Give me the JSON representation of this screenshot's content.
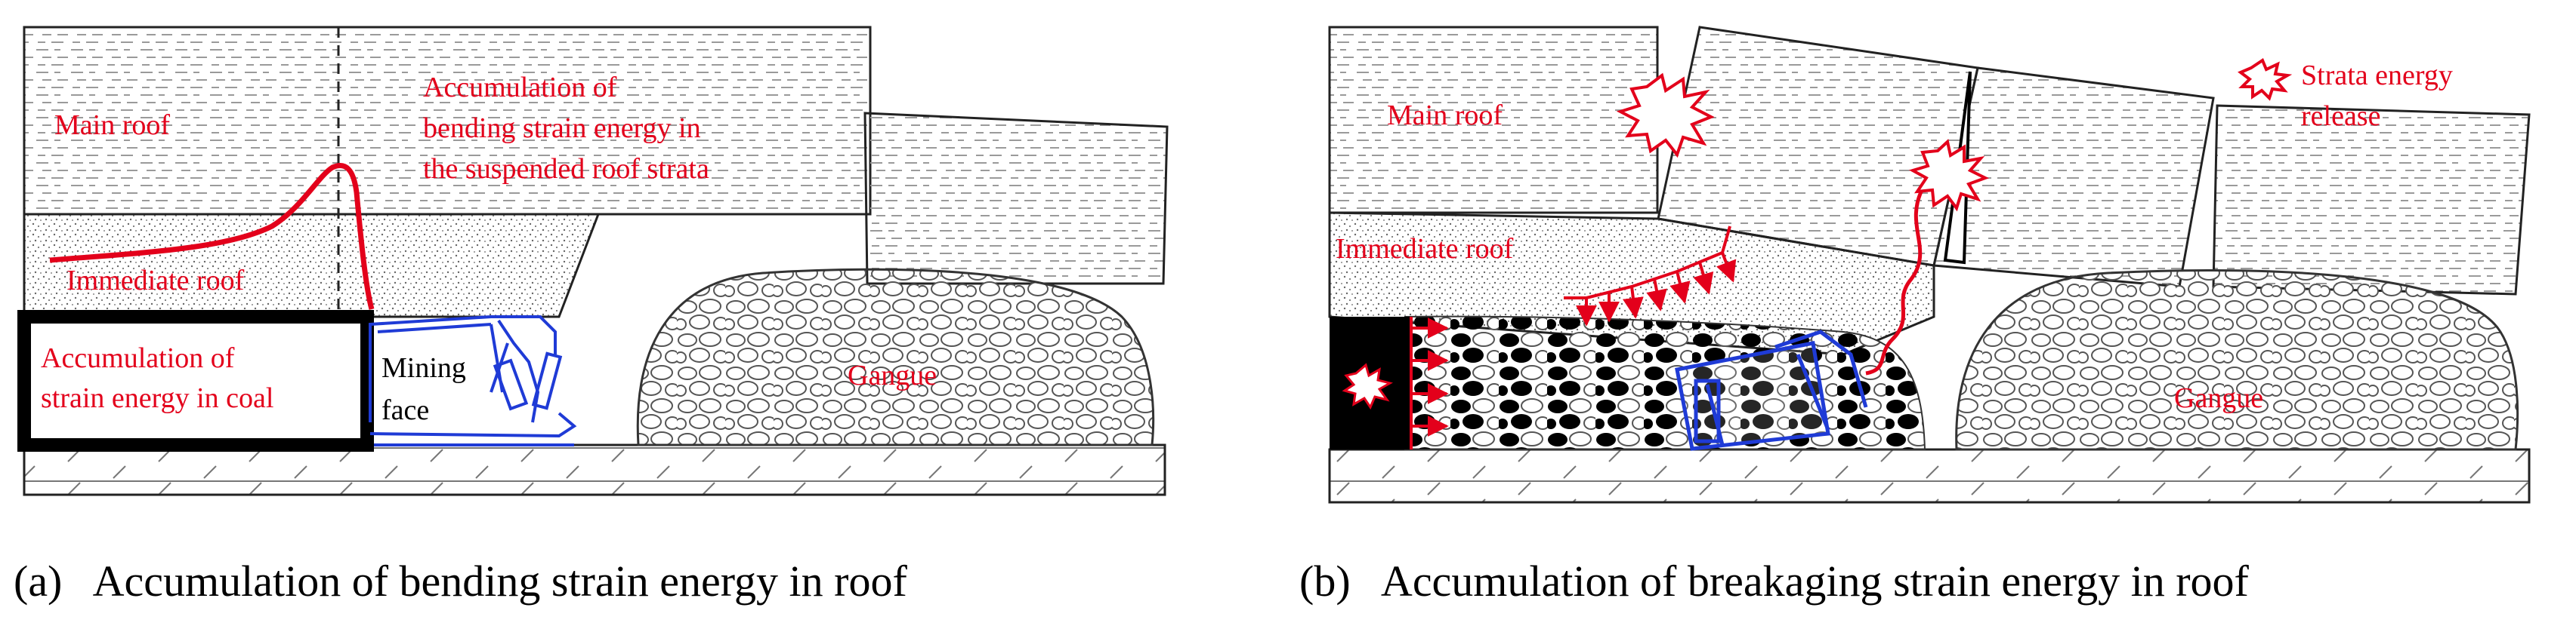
{
  "panels": [
    {
      "id": "a",
      "caption": "(a)   Accumulation of bending strain energy in roof",
      "labels": {
        "main_roof": "Main roof",
        "suspended_note": [
          "Accumulation of",
          "bending strain energy in",
          "the suspended roof strata"
        ],
        "immediate_roof": "Immediate roof",
        "coal_note": [
          "Accumulation of",
          "strain energy in coal"
        ],
        "mining_face": [
          "Mining",
          "face"
        ],
        "gangue": "Gangue"
      }
    },
    {
      "id": "b",
      "caption": "(b)   Accumulation of breakaging strain energy in roof",
      "labels": {
        "main_roof": "Main roof",
        "immediate_roof": "Immediate roof",
        "release_note": [
          "Strata energy",
          "release"
        ],
        "gangue": "Gangue"
      }
    }
  ],
  "colors": {
    "annotation": "#e3001b",
    "support": "#1f3bd6",
    "outline": "#222222",
    "coal": "#000000"
  },
  "icons": [
    "energy-burst-icon",
    "hydraulic-support-icon",
    "stress-curve",
    "force-arrows"
  ]
}
